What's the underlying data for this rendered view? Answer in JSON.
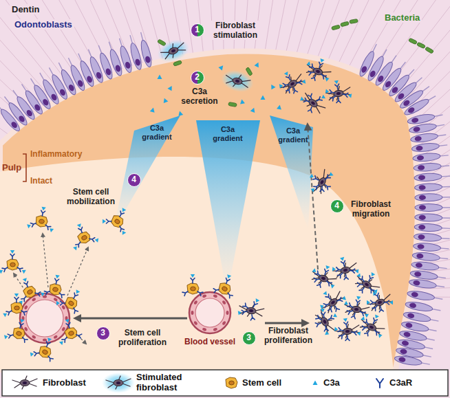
{
  "diagram": {
    "nodes": [
      {
        "text": [
          "1",
          "Fibroblast stimulation"
        ]
      },
      {
        "text": [
          "2",
          "C3a secretion"
        ]
      },
      {
        "text": [
          "4",
          "Stem cell mobilization"
        ]
      },
      {
        "text": [
          "4",
          "Fibroblast migration"
        ]
      },
      {
        "text": [
          "3",
          "Stem cell proliferation"
        ]
      },
      {
        "text": [
          "3",
          "Fibroblast proliferation"
        ]
      }
    ],
    "labels": [
      "Dentin",
      "Odontoblasts",
      "Bacteria",
      "C3a gradient",
      "C3a gradient",
      "C3a gradient",
      "Inflammatory",
      "Pulp",
      "Intact",
      "Blood vessel"
    ],
    "legend": [
      {
        "text": "Fibroblast"
      },
      {
        "text": "Stimulated fibroblast"
      },
      {
        "text": "Stem cell"
      },
      {
        "text": "C3a"
      },
      {
        "text": "C3aR"
      }
    ]
  }
}
